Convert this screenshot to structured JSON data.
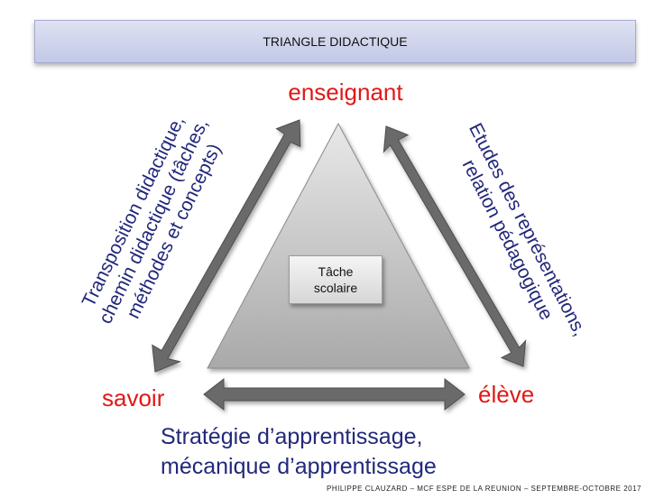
{
  "title": "TRIANGLE DIDACTIQUE",
  "vertices": {
    "top": "enseignant",
    "left": "savoir",
    "right": "élève"
  },
  "center_box": {
    "line1": "Tâche",
    "line2": "scolaire"
  },
  "left_label": {
    "line1": "Transposition didactique,",
    "line2": "chemin didactique (tâches,",
    "line3": "méthodes et concepts)"
  },
  "right_label": {
    "line1": "Etudes des représentations,",
    "line2": "relation pédagogique"
  },
  "bottom_label": {
    "line1": "Stratégie d’apprentissage,",
    "line2": "mécanique d’apprentissage"
  },
  "footer": "PHILIPPE CLAUZARD – MCF ESPE DE LA REUNION – SEPTEMBRE-OCTOBRE 2017",
  "colors": {
    "vertex_text": "#e01818",
    "label_text": "#22287a",
    "arrow": "#6b6b6b",
    "triangle": "#c9c9c9"
  }
}
